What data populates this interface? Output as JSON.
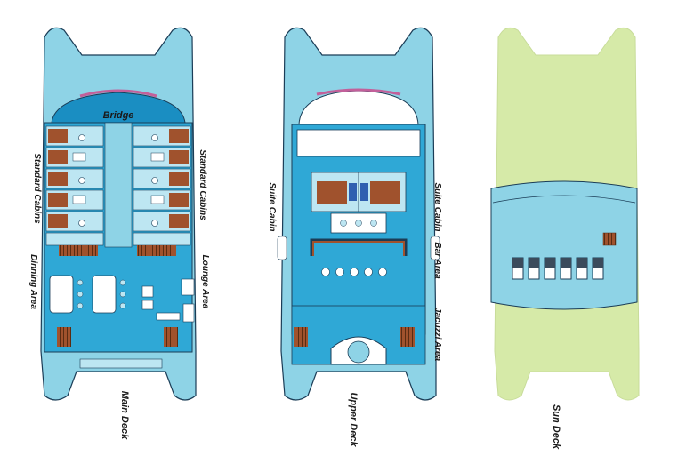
{
  "colors": {
    "hull_blue": "#8ed3e6",
    "light_blue": "#bde6f2",
    "dark_blue": "#2fa8d6",
    "deep_blue": "#1a8ec2",
    "wood": "#a0522d",
    "sun_green": "#d6eaa8",
    "outline": "#1b3d57"
  },
  "decks": {
    "main": {
      "title": "Main Deck",
      "bridge": "Bridge",
      "standard_left": "Standard Cabins",
      "standard_right": "Standard Cabins",
      "dining": "Dinning Area",
      "lounge": "Lounge Area"
    },
    "upper": {
      "title": "Upper Deck",
      "suite_left": "Suite Cabin",
      "suite_right": "Suite Cabin",
      "bar": "Bar Area",
      "jacuzzi": "Jacuzzi Area"
    },
    "sun": {
      "title": "Sun Deck"
    }
  }
}
